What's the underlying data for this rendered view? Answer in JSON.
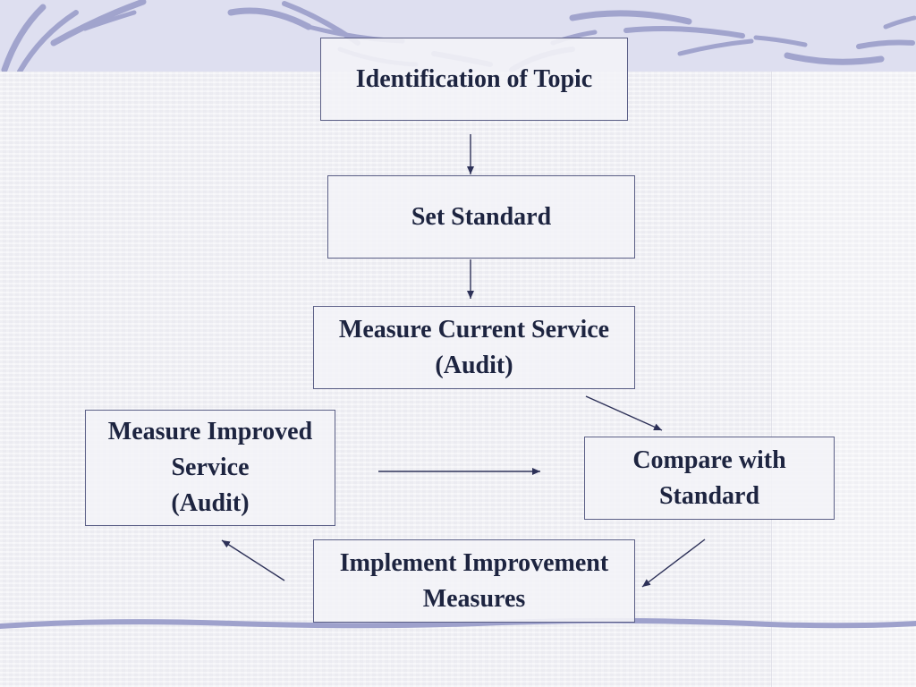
{
  "diagram": {
    "type": "cycle-flowchart",
    "nodes": {
      "identification": "Identification of  Topic",
      "set_standard": "Set Standard",
      "measure_current": "Measure Current Service\n(Audit)",
      "compare": "Compare with\nStandard",
      "implement": "Implement Improvement\nMeasures",
      "measure_improved": "Measure Improved\nService\n(Audit)"
    },
    "edges": [
      [
        "identification",
        "set_standard"
      ],
      [
        "set_standard",
        "measure_current"
      ],
      [
        "measure_current",
        "compare"
      ],
      [
        "compare",
        "implement"
      ],
      [
        "implement",
        "measure_improved"
      ],
      [
        "measure_improved",
        "compare"
      ]
    ],
    "colors": {
      "border": "#5b5f86",
      "text": "#1d2440",
      "arrow": "#2d3158",
      "accent": "#9ea1cc"
    }
  }
}
